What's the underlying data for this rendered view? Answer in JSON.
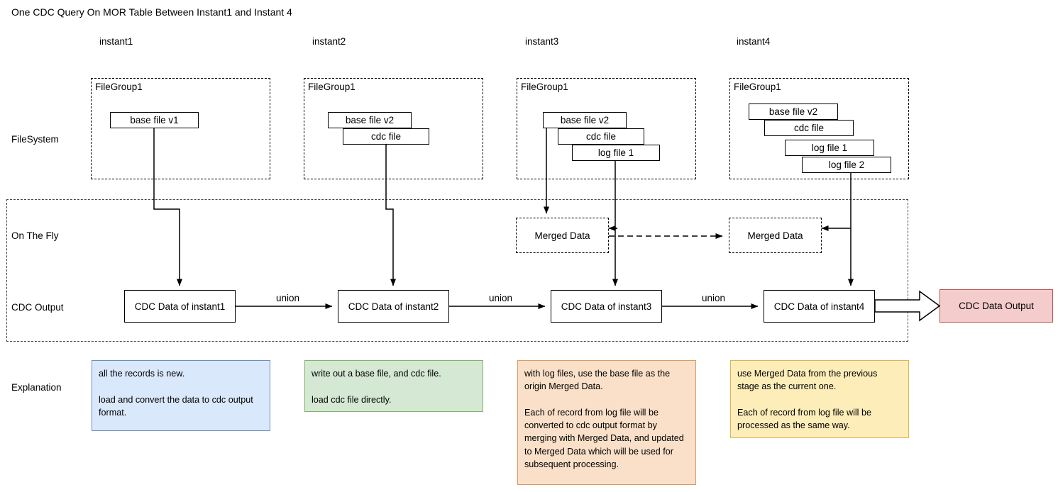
{
  "title": "One CDC Query On MOR Table Between Instant1 and Instant 4",
  "columns": [
    {
      "label": "instant1"
    },
    {
      "label": "instant2"
    },
    {
      "label": "instant3"
    },
    {
      "label": "instant4"
    }
  ],
  "row_labels": {
    "filesystem": "FileSystem",
    "on_the_fly": "On The Fly",
    "cdc_output": "CDC Output",
    "explanation": "Explanation"
  },
  "filegroups": [
    {
      "title": "FileGroup1",
      "files": [
        "base file v1"
      ]
    },
    {
      "title": "FileGroup1",
      "files": [
        "base file v2",
        "cdc file"
      ]
    },
    {
      "title": "FileGroup1",
      "files": [
        "base file v2",
        "cdc file",
        "log file 1"
      ]
    },
    {
      "title": "FileGroup1",
      "files": [
        "base file v2",
        "cdc file",
        "log file 1",
        "log file 2"
      ]
    }
  ],
  "merged_data": [
    {
      "label": "Merged Data"
    },
    {
      "label": "Merged Data"
    }
  ],
  "cdc_boxes": [
    {
      "label": "CDC Data of instant1"
    },
    {
      "label": "CDC Data of instant2"
    },
    {
      "label": "CDC Data of instant3"
    },
    {
      "label": "CDC Data of instant4"
    }
  ],
  "union_labels": [
    "union",
    "union",
    "union"
  ],
  "output_box": {
    "label": "CDC Data Output",
    "fill": "#f5cccc",
    "stroke": "#b85450"
  },
  "explanations": [
    {
      "text": "all the records is new.\n\nload and convert the data to cdc output format.",
      "fill": "#dae8fc",
      "stroke": "#6c8ebf"
    },
    {
      "text": "write out a base file, and cdc file.\n\nload cdc file directly.",
      "fill": "#d5e8d4",
      "stroke": "#82b366"
    },
    {
      "text": "with log files, use the base file as the origin Merged Data.\n\nEach of record from log file will be converted to cdc output format by merging with Merged Data, and updated to Merged Data which will be used for subsequent processing.",
      "fill": "#fae0c8",
      "stroke": "#d79b65"
    },
    {
      "text": "use Merged Data from the previous stage as the current one.\n\nEach of record from log file will be processed as the same way.",
      "fill": "#fdedb9",
      "stroke": "#d6b656"
    }
  ]
}
